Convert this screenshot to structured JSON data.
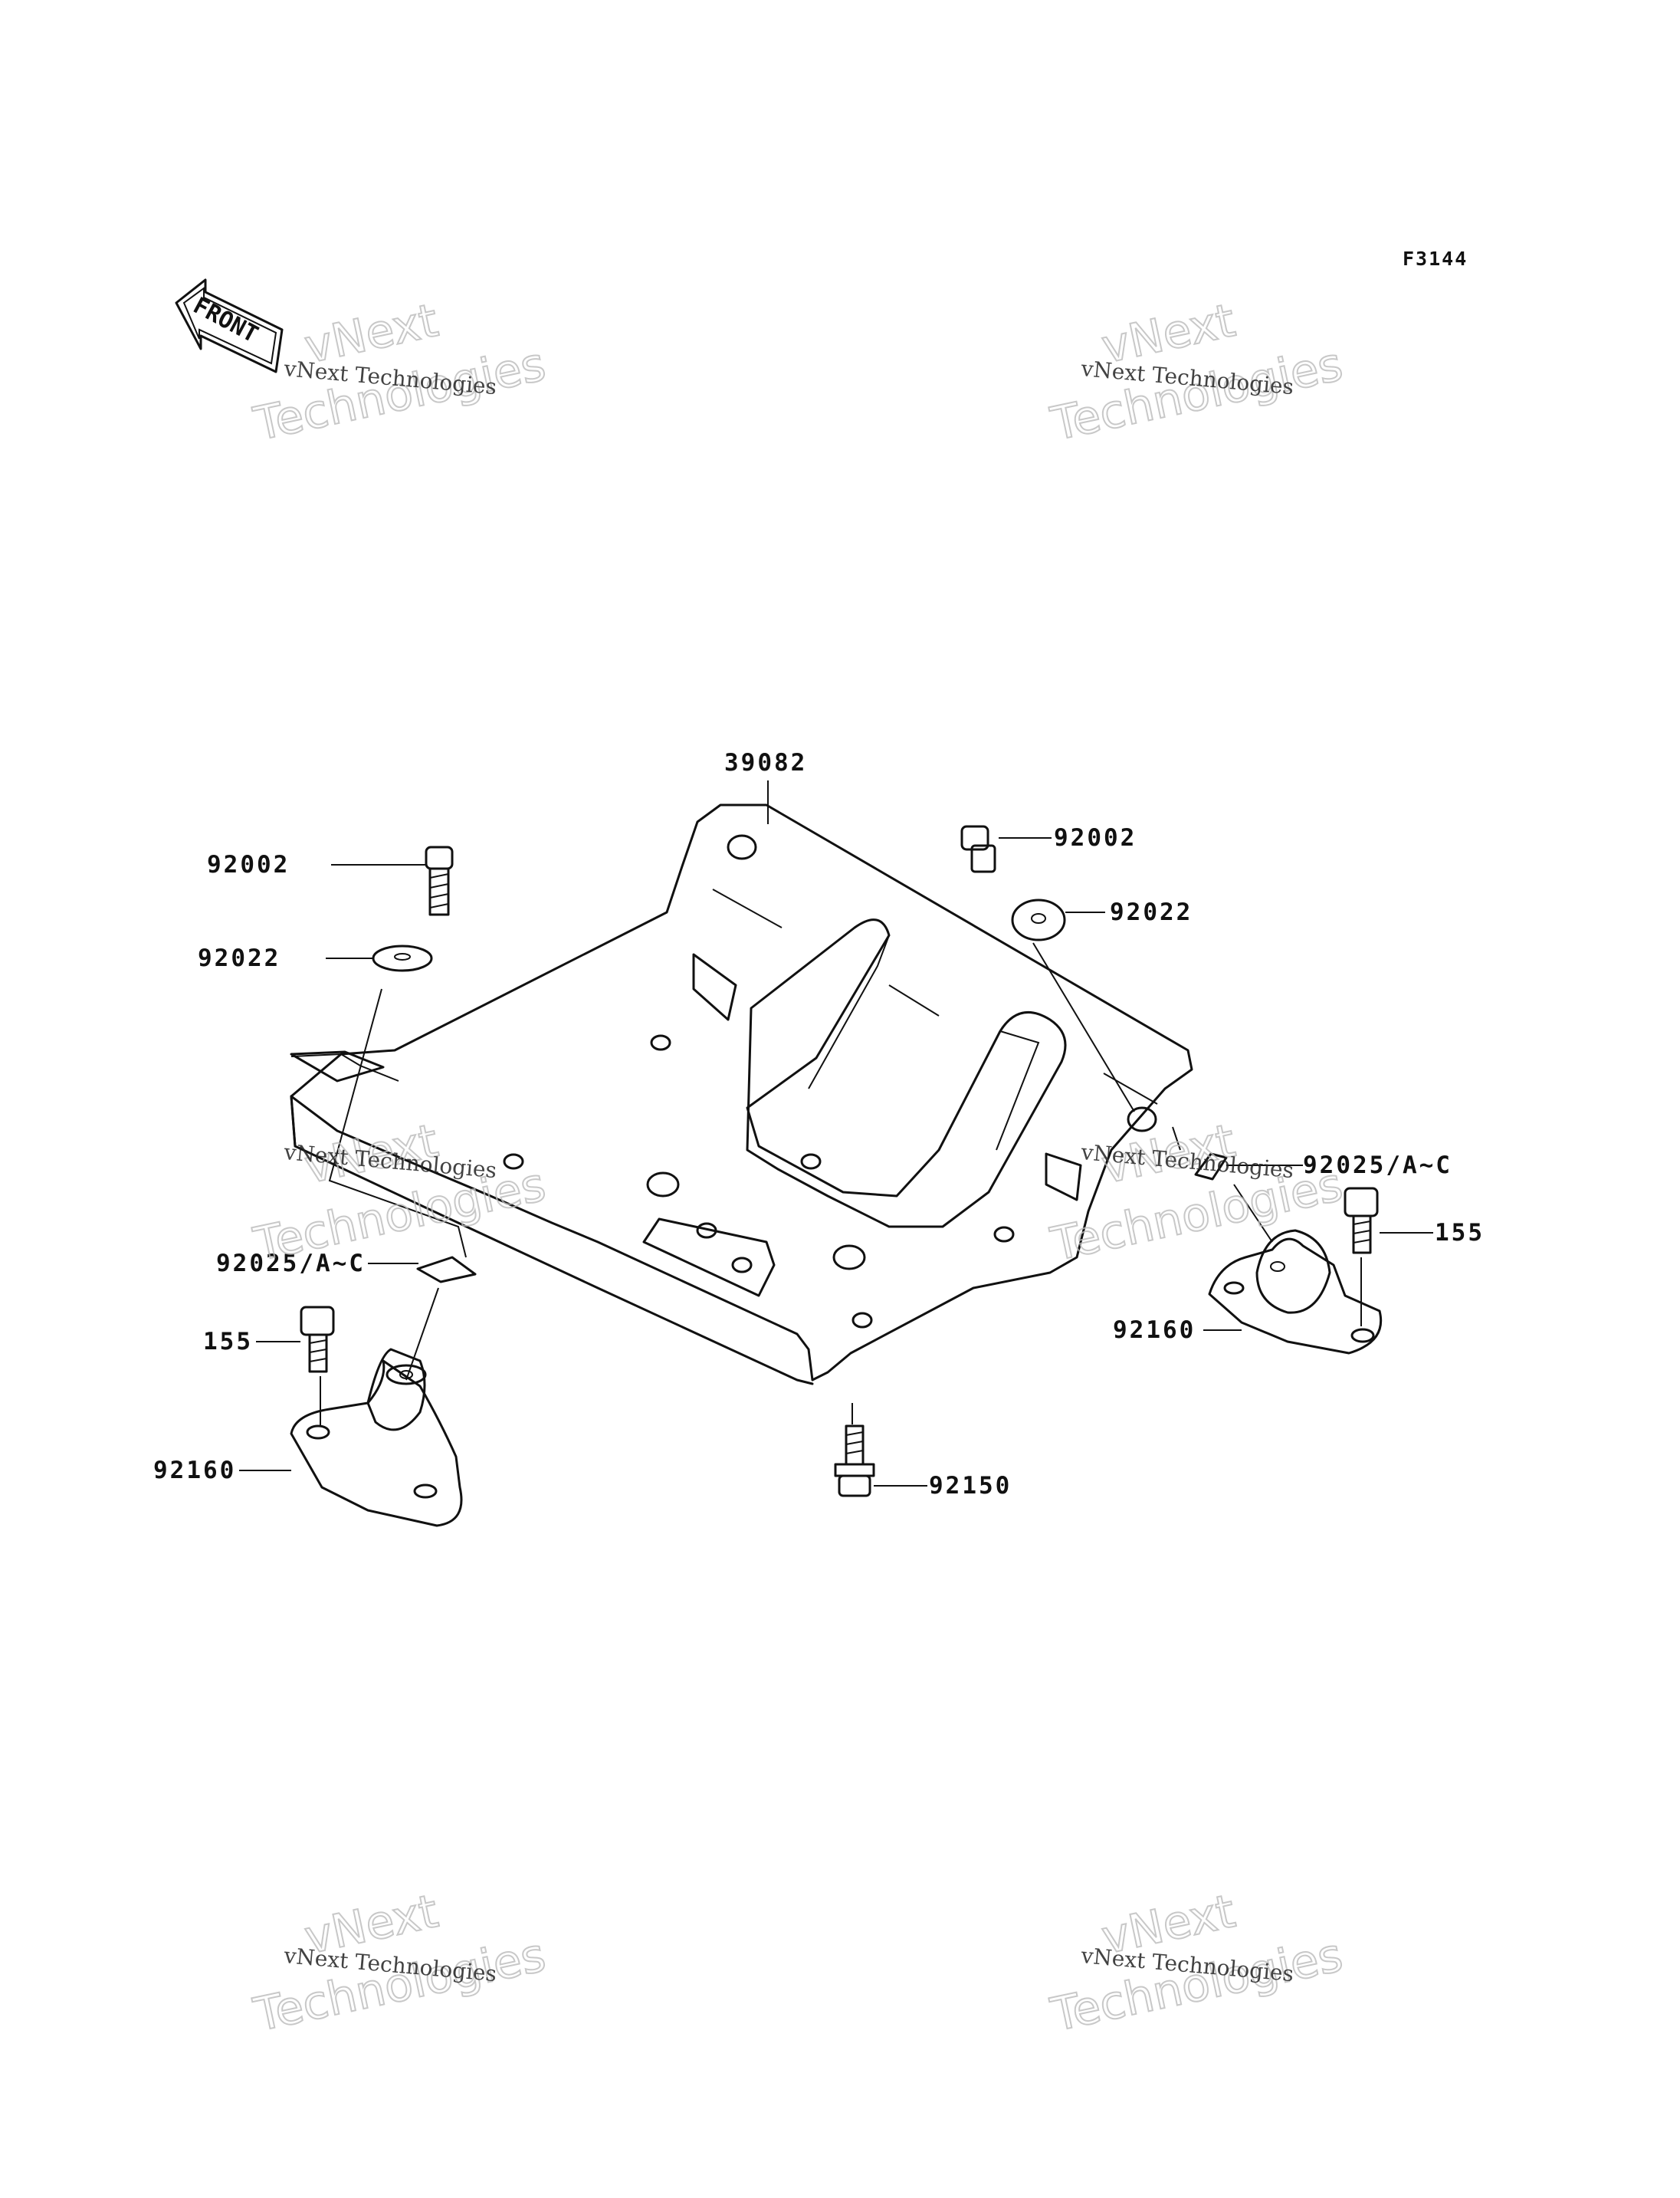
{
  "diagram_code": "F3144",
  "front_marker": "FRONT",
  "watermark": {
    "line_small": "vNext Technologies",
    "big_line1": "vNext",
    "big_line2": "Technologies"
  },
  "callouts": {
    "frame": "39082",
    "bolt_right": "92002",
    "washer_right": "92022",
    "bolt_left": "92002",
    "washer_left": "92022",
    "shim_right": "92025/A~C",
    "bolt_155_right": "155",
    "mount_right": "92160",
    "shim_left": "92025/A~C",
    "bolt_155_left": "155",
    "mount_left": "92160",
    "bolt_bottom": "92150"
  }
}
